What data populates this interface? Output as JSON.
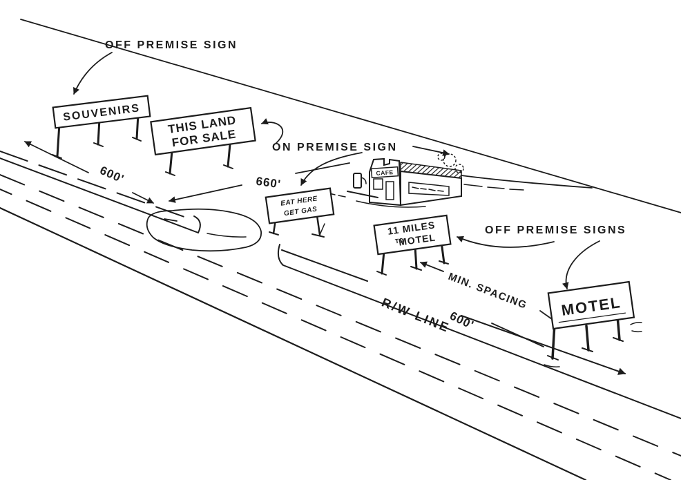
{
  "figure": {
    "background": "#ffffff",
    "ink": "#1c1c1c",
    "callouts": {
      "off_premise_top": "OFF PREMISE SIGN",
      "on_premise": "ON PREMISE SIGN",
      "off_premise_right": "OFF PREMISE SIGNS",
      "min_spacing": "MIN. SPACING",
      "rw_line": "R/W LINE"
    },
    "dimensions": {
      "left_600": "600'",
      "mid_660": "660'",
      "right_600": "600'"
    },
    "signs": {
      "souvenirs": "SOUVENIRS",
      "land_line1": "THIS LAND",
      "land_line2": "FOR SALE",
      "eat_line1": "EAT HERE",
      "eat_line2": "GET GAS",
      "miles_line1": "11 MILES",
      "miles_to": "TO",
      "miles_line2": "MOTEL",
      "motel": "MOTEL",
      "cafe": "CAFE"
    }
  }
}
